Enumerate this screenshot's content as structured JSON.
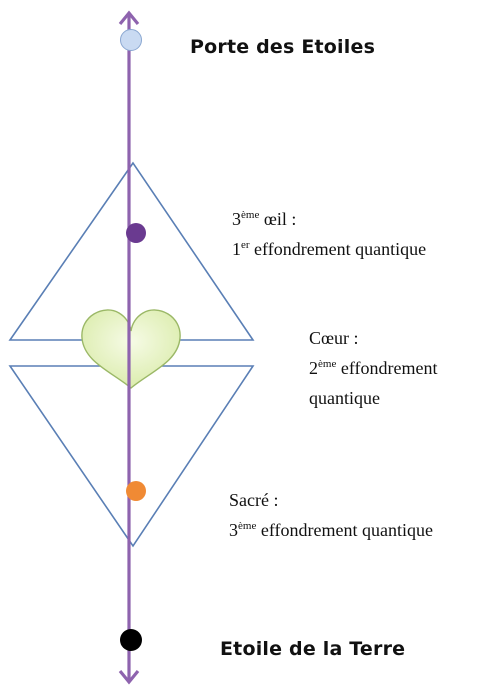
{
  "colors": {
    "axis": "#8E63AE",
    "triangle_stroke": "#5A7FB5",
    "star_gate": "#C9DAF2",
    "third_eye": "#6A3A90",
    "heart_fill": "#E7F3C4",
    "heart_stroke": "#9BB867",
    "sacral": "#F08A34",
    "earth_star": "#000000"
  },
  "labels": {
    "top": "Porte des Etoiles",
    "bottom": "Etoile de la Terre",
    "eye": {
      "line1_pre": "3",
      "line1_sup": "ème",
      "line1_post": " œil :",
      "line2_pre": "1",
      "line2_sup": "er",
      "line2_post": " effondrement quantique"
    },
    "heart": {
      "line1": "Cœur :",
      "line2_pre": "2",
      "line2_sup": "ème",
      "line2_post": " effondrement",
      "line3": "quantique"
    },
    "sacral": {
      "line1": "Sacré :",
      "line2_pre": "3",
      "line2_sup": "ème",
      "line2_post": " effondrement quantique"
    }
  }
}
